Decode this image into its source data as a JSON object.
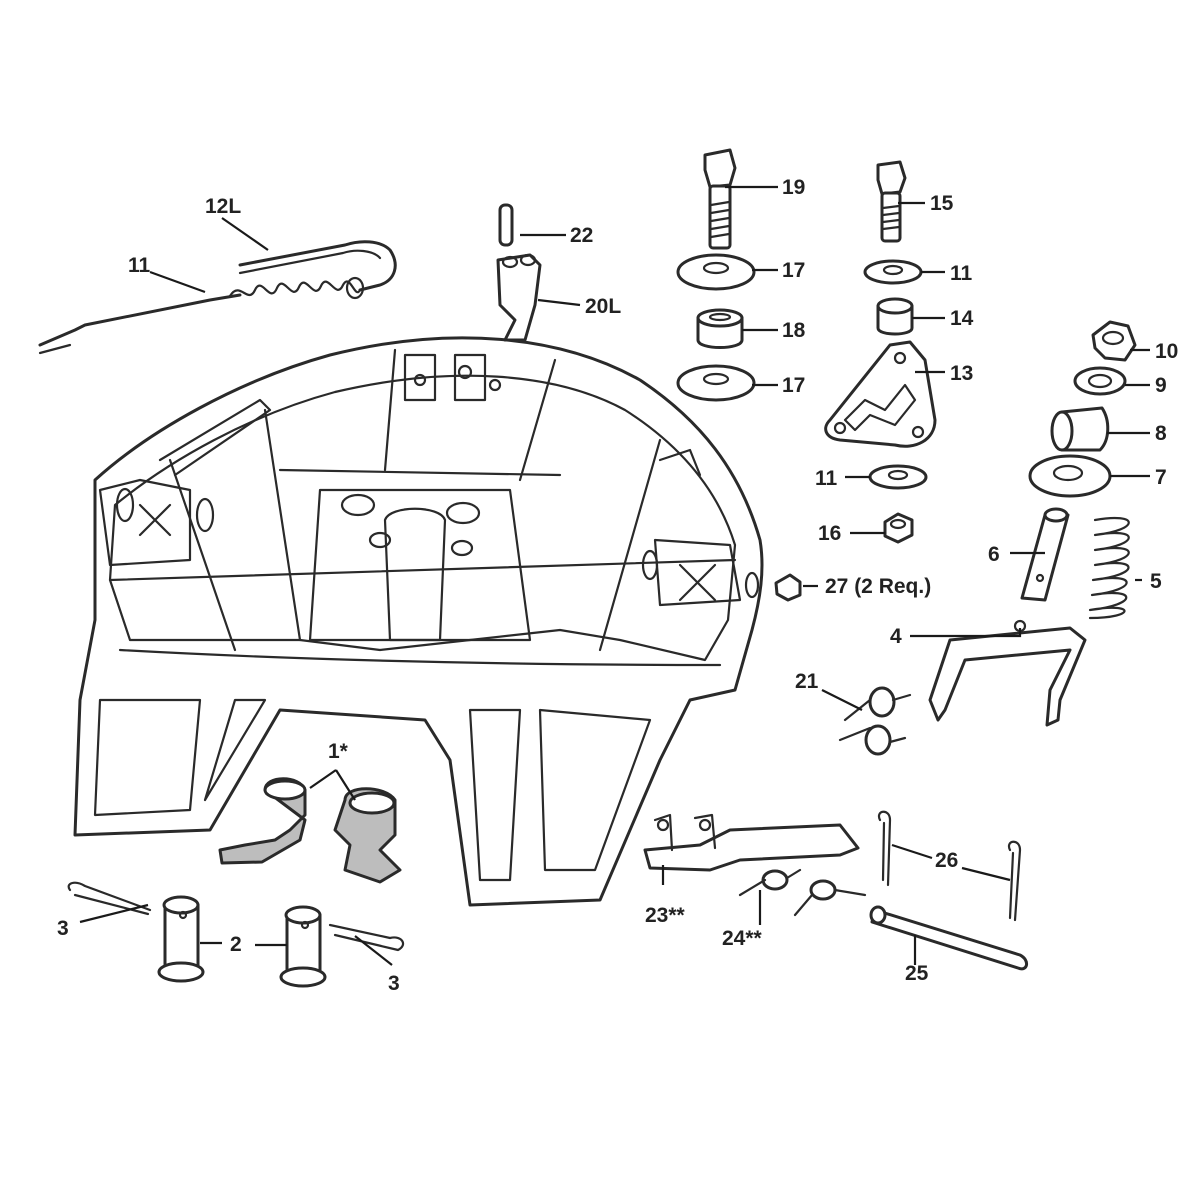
{
  "callouts": {
    "c1": "1*",
    "c2": "2",
    "c3a": "3",
    "c3b": "3",
    "c4": "4",
    "c5": "5",
    "c6": "6",
    "c7": "7",
    "c8": "8",
    "c9": "9",
    "c10": "10",
    "c11a": "11",
    "c11b": "11",
    "c11c": "11",
    "c12": "12L",
    "c13": "13",
    "c14": "14",
    "c15": "15",
    "c16": "16",
    "c17a": "17",
    "c17b": "17",
    "c18": "18",
    "c19": "19",
    "c20": "20L",
    "c21": "21",
    "c22": "22",
    "c23": "23**",
    "c24": "24**",
    "c25": "25",
    "c26": "26",
    "c27": "27 (2 Req.)"
  },
  "colors": {
    "line": "#2a2a2a",
    "shade": "#bdbdbd",
    "background": "#ffffff"
  }
}
